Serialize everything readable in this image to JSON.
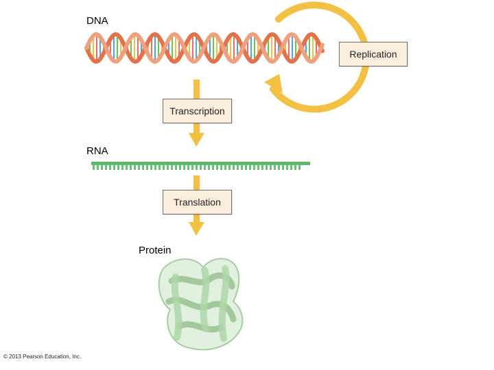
{
  "labels": {
    "dna": "DNA",
    "rna": "RNA",
    "protein": "Protein"
  },
  "steps": {
    "replication": "Replication",
    "transcription": "Transcription",
    "translation": "Translation"
  },
  "copyright": "© 2013 Pearson Education, Inc.",
  "colors": {
    "arrow": "#f2c043",
    "dna_strand": "#e2724a",
    "rna_strand": "#5fb86a",
    "protein": "#b9dcb4",
    "box_fill": "#fbeedd"
  }
}
